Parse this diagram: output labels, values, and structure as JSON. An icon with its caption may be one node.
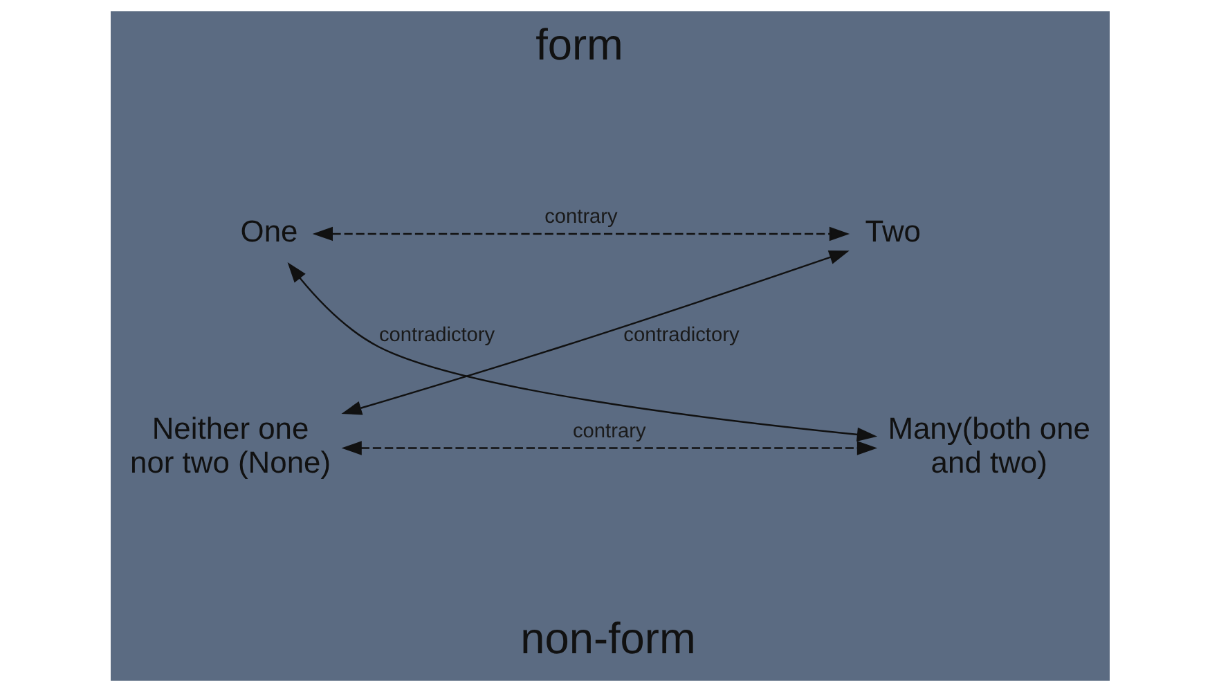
{
  "diagram": {
    "nodes": [
      {
        "text": [
          "One"
        ]
      },
      {
        "text": [
          "Two"
        ]
      },
      {
        "text": [
          "Neither one nor two (None)"
        ]
      },
      {
        "text": [
          "Many(both one and two)"
        ]
      }
    ],
    "edges": [
      {
        "from": 0,
        "to": 1,
        "arrow": "both",
        "label": "contrary",
        "style": "dashed"
      },
      {
        "from": 0,
        "to": 3,
        "arrow": "both",
        "label": "contradictory"
      },
      {
        "from": 2,
        "to": 1,
        "arrow": "both",
        "label": "contradictory"
      },
      {
        "from": 2,
        "to": 3,
        "arrow": "both",
        "label": "contrary",
        "style": "dashed"
      }
    ],
    "labels": [
      "form",
      "non-form"
    ]
  }
}
